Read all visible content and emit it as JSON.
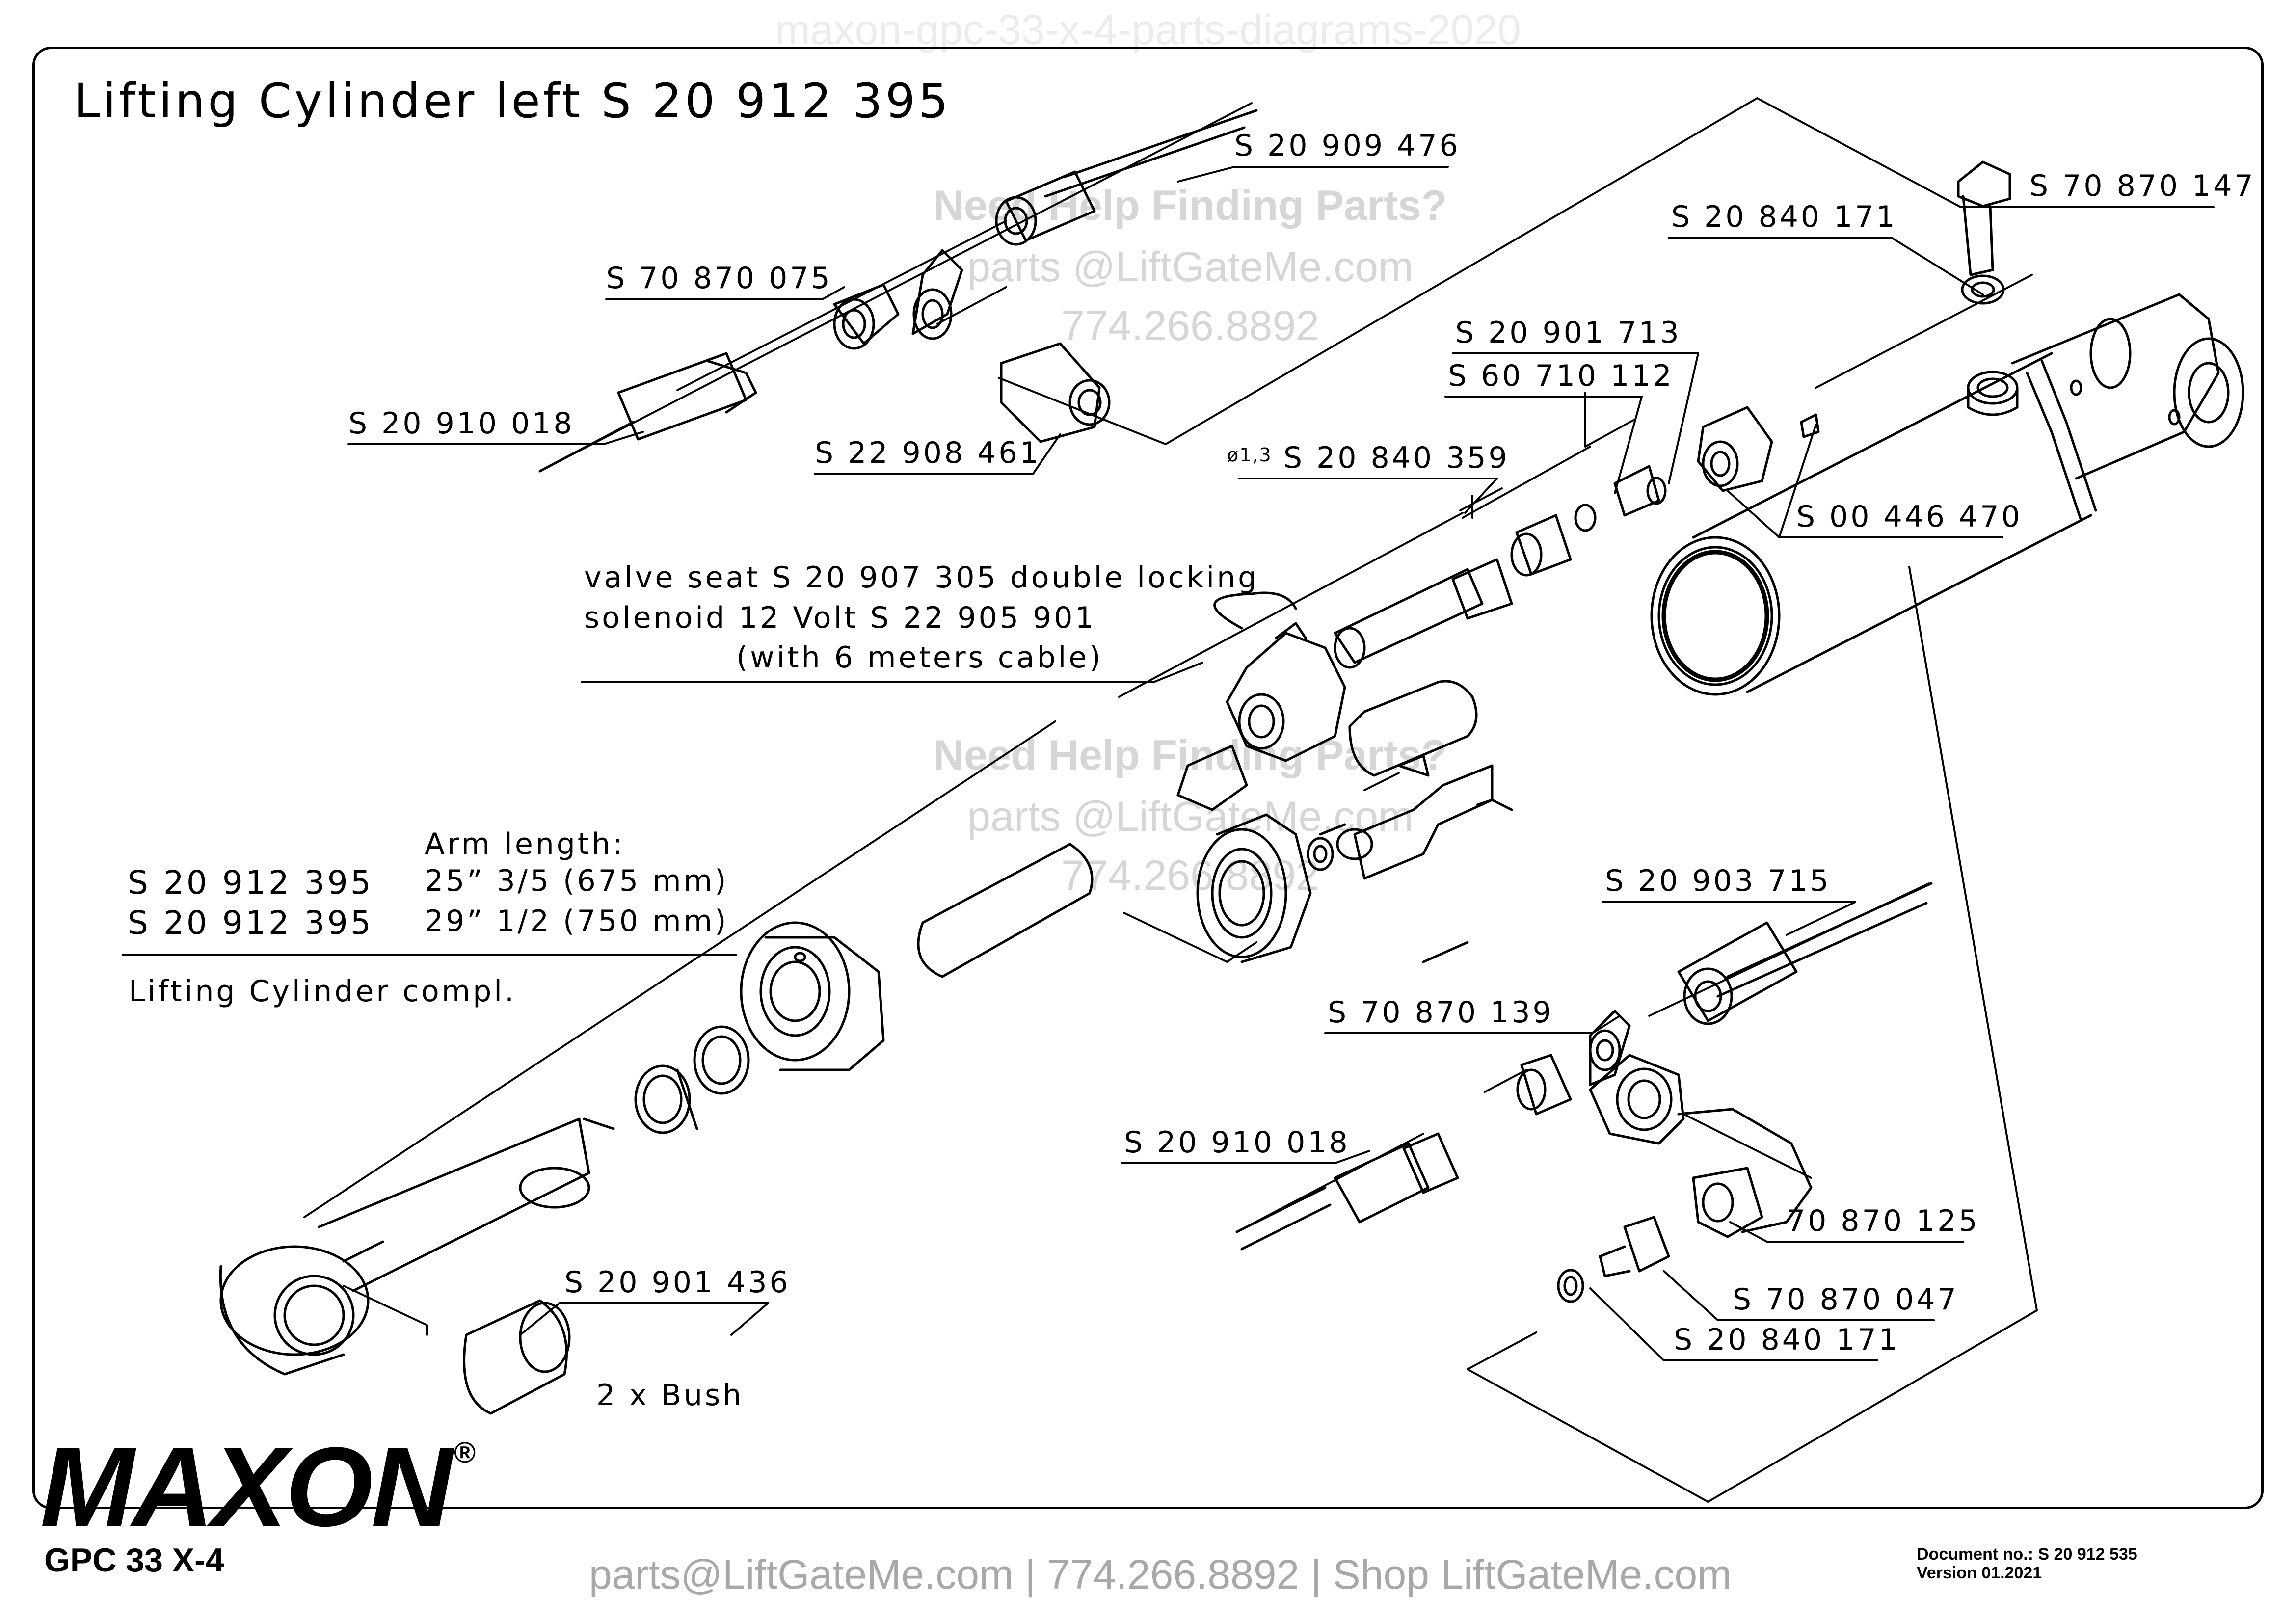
{
  "watermark_top": "maxon-gpc-33-x-4-parts-diagrams-2020",
  "title": "Lifting Cylinder left S 20 912 395",
  "watermarks": [
    {
      "heading": "Need Help Finding Parts?",
      "email": "parts @LiftGateMe.com",
      "phone": "774.266.8892"
    },
    {
      "heading": "Need Help Finding Parts?",
      "email": "parts @LiftGateMe.com",
      "phone": "774.266.8892"
    }
  ],
  "labels": {
    "p_20909476": "S 20 909 476",
    "p_70870075": "S 70 870 075",
    "p_20910018_a": "S 20 910 018",
    "p_22908461": "S 22 908 461",
    "p_70870147": "S 70 870 147",
    "p_20840171_a": "S 20 840 171",
    "p_20901713": "S 20 901 713",
    "p_60710112": "S 60 710 112",
    "dia_prefix": "ø1,3",
    "p_20840359": "S 20 840 359",
    "p_00446470": "S 00 446 470",
    "valve_line1": "valve seat S 20 907 305 double locking",
    "valve_line2": "solenoid 12 Volt   S 22 905 901",
    "valve_line3": "(with 6 meters cable)",
    "arm_length": "Arm length:",
    "arm_part_1": "S 20 912 395",
    "arm_len_1": "25” 3/5 (675 mm)",
    "arm_part_2": "S 20 912 395",
    "arm_len_2": "29” 1/2 (750 mm)",
    "cyl_compl": "Lifting Cylinder compl.",
    "p_20903715": "S 20 903 715",
    "p_70870139": "S 70 870 139",
    "p_20910018_b": "S 20 910 018",
    "p_70870125": "70 870 125",
    "p_70870047": "S 70 870 047",
    "p_20840171_b": "S 20 840 171",
    "p_20901436": "S 20 901 436",
    "bush": "2 x Bush"
  },
  "logo": {
    "brand": "MAXON",
    "registered": "®",
    "model": "GPC 33 X-4"
  },
  "footer": "parts@LiftGateMe.com | 774.266.8892 | Shop LiftGateMe.com",
  "document": {
    "number": "Document no.:  S 20 912 535",
    "version": "Version  01.2021"
  }
}
